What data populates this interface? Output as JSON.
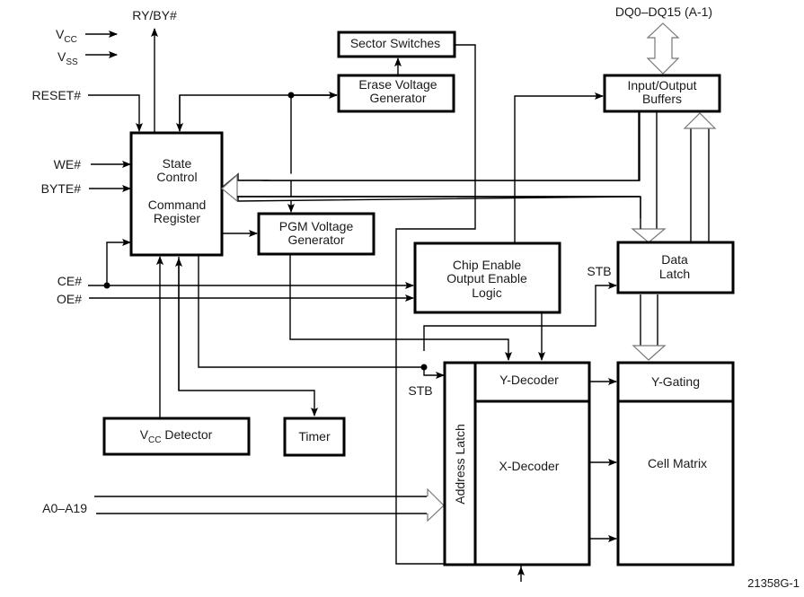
{
  "diagram": {
    "type": "block-diagram",
    "figure_id": "21358G-1",
    "colors": {
      "line": "#000000",
      "text": "#1a1a1a",
      "background": "#ffffff"
    },
    "signals": {
      "vcc": {
        "main": "V",
        "sub": "CC"
      },
      "vss": {
        "main": "V",
        "sub": "SS"
      },
      "ry_by": "RY/BY#",
      "reset": "RESET#",
      "we": "WE#",
      "byte": "BYTE#",
      "ce": "CE#",
      "oe": "OE#",
      "address": "A0–A19",
      "dq": "DQ0–DQ15 (A-1)",
      "stb_left": "STB",
      "stb_right": "STB"
    },
    "blocks": {
      "state_control": {
        "line1": "State",
        "line2": "Control",
        "line3": "Command",
        "line4": "Register"
      },
      "sector_switches": {
        "label": "Sector Switches"
      },
      "erase_voltage": {
        "line1": "Erase Voltage",
        "line2": "Generator"
      },
      "pgm_voltage": {
        "line1": "PGM Voltage",
        "line2": "Generator"
      },
      "io_buffers": {
        "line1": "Input/Output",
        "line2": "Buffers"
      },
      "chip_enable": {
        "line1": "Chip Enable",
        "line2": "Output Enable",
        "line3": "Logic"
      },
      "data_latch": {
        "line1": "Data",
        "line2": "Latch"
      },
      "vcc_detector": {
        "main": "V",
        "sub": "CC",
        "rest": " Detector"
      },
      "timer": {
        "label": "Timer"
      },
      "address_latch": {
        "label": "Address Latch"
      },
      "y_decoder": {
        "label": "Y-Decoder"
      },
      "x_decoder": {
        "label": "X-Decoder"
      },
      "y_gating": {
        "label": "Y-Gating"
      },
      "cell_matrix": {
        "label": "Cell Matrix"
      }
    }
  }
}
